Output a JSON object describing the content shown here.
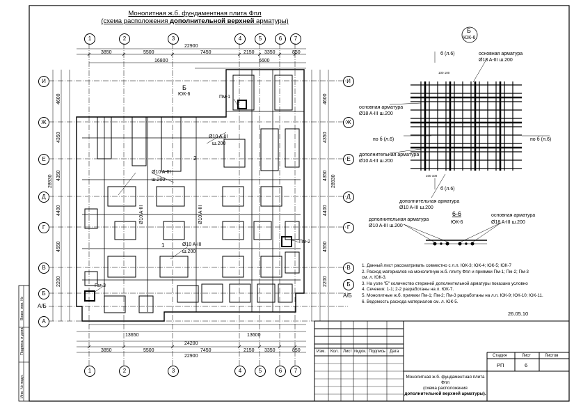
{
  "title": {
    "line1": "Монолитная ж.б. фундаментная плита Фпл",
    "line2_pre": "(схема расположения ",
    "line2_bold": "дополнительной верхней",
    "line2_post": " арматуры)"
  },
  "axes": {
    "columns": [
      "1",
      "2",
      "3",
      "4",
      "5",
      "6",
      "7"
    ],
    "rows": [
      "И",
      "Ж",
      "Е",
      "Д",
      "Г",
      "В",
      "Б",
      "А/Б",
      "А"
    ]
  },
  "dims": {
    "top_segments": [
      "3850",
      "5500",
      "7450",
      "2150",
      "3350",
      "850"
    ],
    "top_total": "22900",
    "top_sub": "16800",
    "top_sub2": "6600",
    "bottom_total": "24200",
    "bottom_total2": "22900",
    "bottom_sub": "13600",
    "bottom_sub2": "13650",
    "bottom_segments": [
      "3850",
      "5500",
      "7450",
      "2150",
      "3350",
      "850"
    ],
    "left_total": "28930",
    "right_total": "28930",
    "left_segments": [
      "4600",
      "4350",
      "4350",
      "4400",
      "4550",
      "2200"
    ],
    "right_segments": [
      "4600",
      "4350",
      "4350",
      "4400",
      "4550",
      "2200"
    ]
  },
  "plan_labels": {
    "section_b": "Б",
    "section_b_sheet": "ЮК-6",
    "pm1": "Пм-1",
    "pm2": "Пм-2",
    "pm3": "Пм-3",
    "rebar1": "Ø10 A-III",
    "rebar1_step": "ш.200",
    "rebar2": "Ø10 A-III",
    "rebar2_step": "ш.200",
    "rebar3": "Ø10 A-III",
    "rebar3_step": "ш.200",
    "rebar_v1": "Ø10 A-III",
    "rebar_v2": "Ø10 A-III",
    "cut2": "2",
    "cut1": "1"
  },
  "detail_b": {
    "title": "Б",
    "subtitle": "ЮК-6",
    "main_rebar_label": "основная арматура",
    "main_rebar_spec": "Ø18 A-III ш.200",
    "main_rebar_label2": "основная арматура",
    "main_rebar_spec2": "Ø18 A-III ш.200",
    "add_rebar_label": "дополнительная арматура",
    "add_rebar_spec": "Ø10 A-III ш.200",
    "add_rebar_label2": "дополнительная арматура",
    "add_rebar_spec2": "Ø10 A-III ш.200",
    "cut_label_top": "б (л.6)",
    "cut_label_left": "по б (л.6)",
    "cut_label_right": "по б (л.6)",
    "cut_label_bottom": "б (л.6)",
    "spacing": "100 100"
  },
  "section_66": {
    "title": "6-6",
    "subtitle": "ЮК-6",
    "add_label": "дополнительная арматура",
    "add_spec": "Ø10 A-III ш.200",
    "main_label": "основная арматура",
    "main_spec": "Ø18 A-III ш.200"
  },
  "notes": [
    "1. Данный лист рассматривать совместно с л.л. ЮК-3; ЮК-4; ЮК-5; ЮК-7",
    "2. Расход материалов на монолитную ж.б. плиту Фпл и приямки Пм-1; Пм-2; Пм-3",
    "    см. л. ЮК-3.",
    "3. На узле \"Б\" количество стержней дополнительной арматуры показано условно",
    "4. Сечения: 1-1; 2-2 разработаны на л. ЮК-7.",
    "5. Монолитные ж.б. приямки Пм-1; Пм-2; Пм-3 разработаны на л.л. ЮК-9; ЮК-10; ЮК-11.",
    "6. Ведомость расхода материалов см. л. ЮК-5."
  ],
  "date": "26.05.10",
  "side_stamp": [
    "Взам. инв. №",
    "Подпись и дата",
    "Инв. № подл."
  ],
  "stamp": {
    "headers": [
      "Изм.",
      "Кол.",
      "Лист",
      "№док.",
      "Подпись",
      "Дата"
    ],
    "stage_label": "Стадия",
    "sheet_label": "Лист",
    "sheets_label": "Листов",
    "stage": "РП",
    "sheet": "6",
    "desc_line1": "Монолитная ж.б. фундаментная плита Фпл",
    "desc_line2": "(схема расположения",
    "desc_line3": "дополнительной верхней арматуры)."
  }
}
